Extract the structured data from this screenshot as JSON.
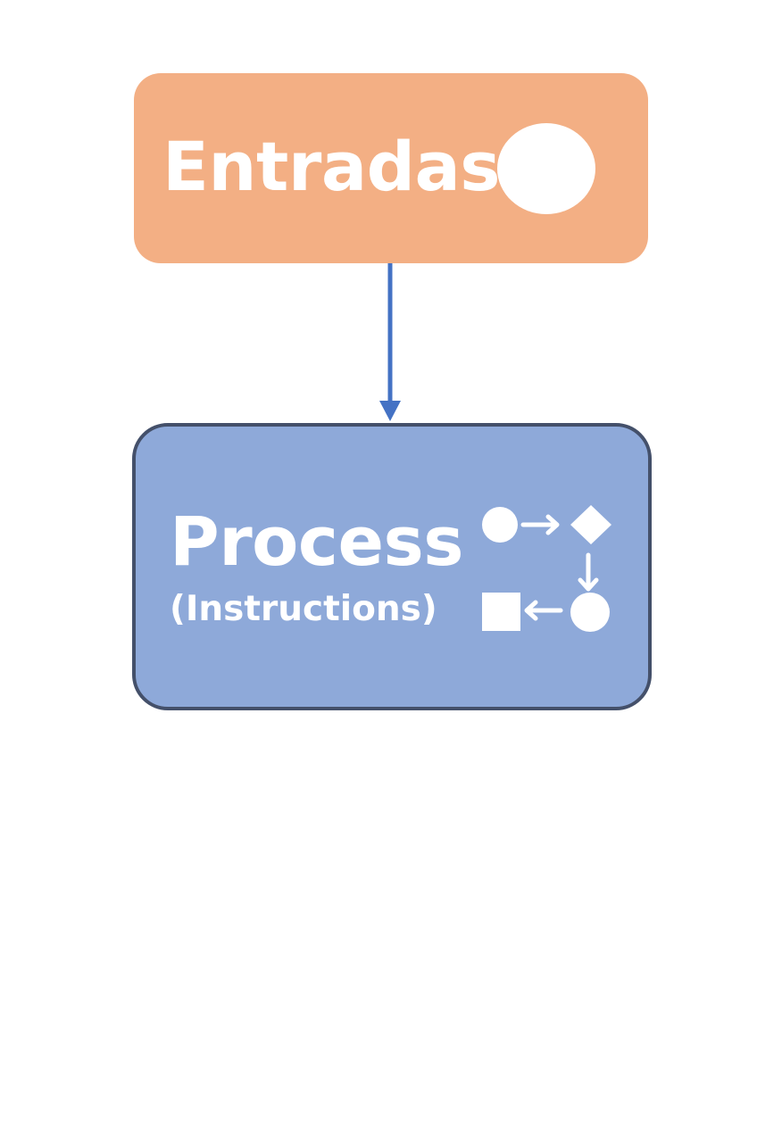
{
  "diagram": {
    "input_node": {
      "label": "Entradas",
      "fill_color": "#f3af84",
      "icon": "circle-icon"
    },
    "process_node": {
      "title": "Process",
      "subtitle": "(Instructions)",
      "fill_color": "#8ea9d9",
      "border_color": "#44506a",
      "icon": "process-flow-icon"
    },
    "connector": {
      "from": "Entradas",
      "to": "Process",
      "color": "#4472c4"
    }
  }
}
